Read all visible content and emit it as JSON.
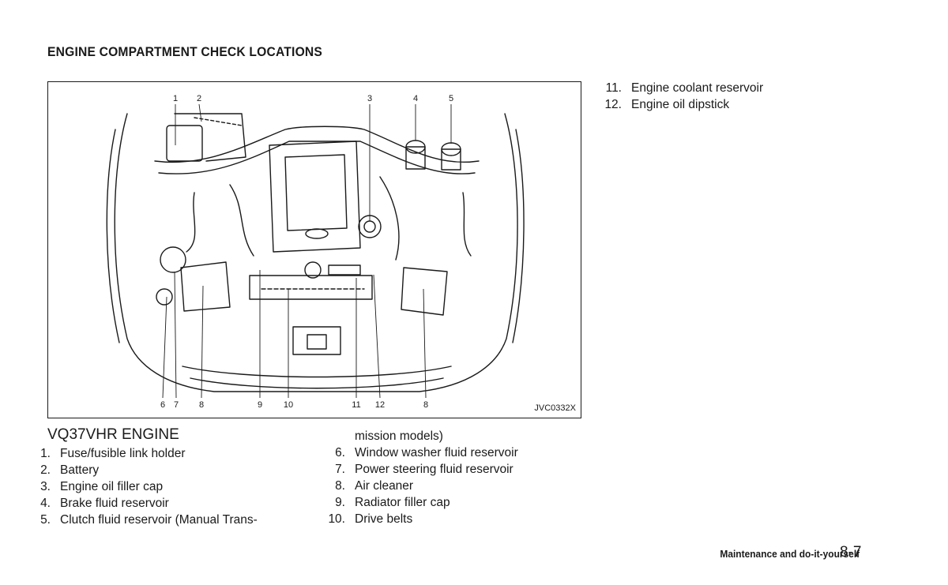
{
  "heading": "ENGINE COMPARTMENT CHECK LOCATIONS",
  "figure": {
    "code": "JVC0332X",
    "top_callouts": [
      "1",
      "2",
      "3",
      "4",
      "5"
    ],
    "bottom_callouts": [
      "6",
      "7",
      "8",
      "9",
      "10",
      "11",
      "12",
      "8"
    ]
  },
  "engine_title": "VQ37VHR ENGINE",
  "list_left": [
    {
      "num": "1.",
      "label": "Fuse/fusible link holder"
    },
    {
      "num": "2.",
      "label": "Battery"
    },
    {
      "num": "3.",
      "label": "Engine oil filler cap"
    },
    {
      "num": "4.",
      "label": "Brake fluid reservoir"
    },
    {
      "num": "5.",
      "label": "Clutch fluid reservoir (Manual Trans-"
    }
  ],
  "list_middle_continuation": "mission models)",
  "list_middle": [
    {
      "num": "6.",
      "label": "Window washer fluid reservoir"
    },
    {
      "num": "7.",
      "label": "Power steering fluid reservoir"
    },
    {
      "num": "8.",
      "label": "Air cleaner"
    },
    {
      "num": "9.",
      "label": "Radiator filler cap"
    },
    {
      "num": "10.",
      "label": "Drive belts"
    }
  ],
  "list_right": [
    {
      "num": "11.",
      "label": "Engine coolant reservoir"
    },
    {
      "num": "12.",
      "label": "Engine oil dipstick"
    }
  ],
  "footer": {
    "section": "Maintenance and do-it-yourself",
    "page": "8-7"
  }
}
